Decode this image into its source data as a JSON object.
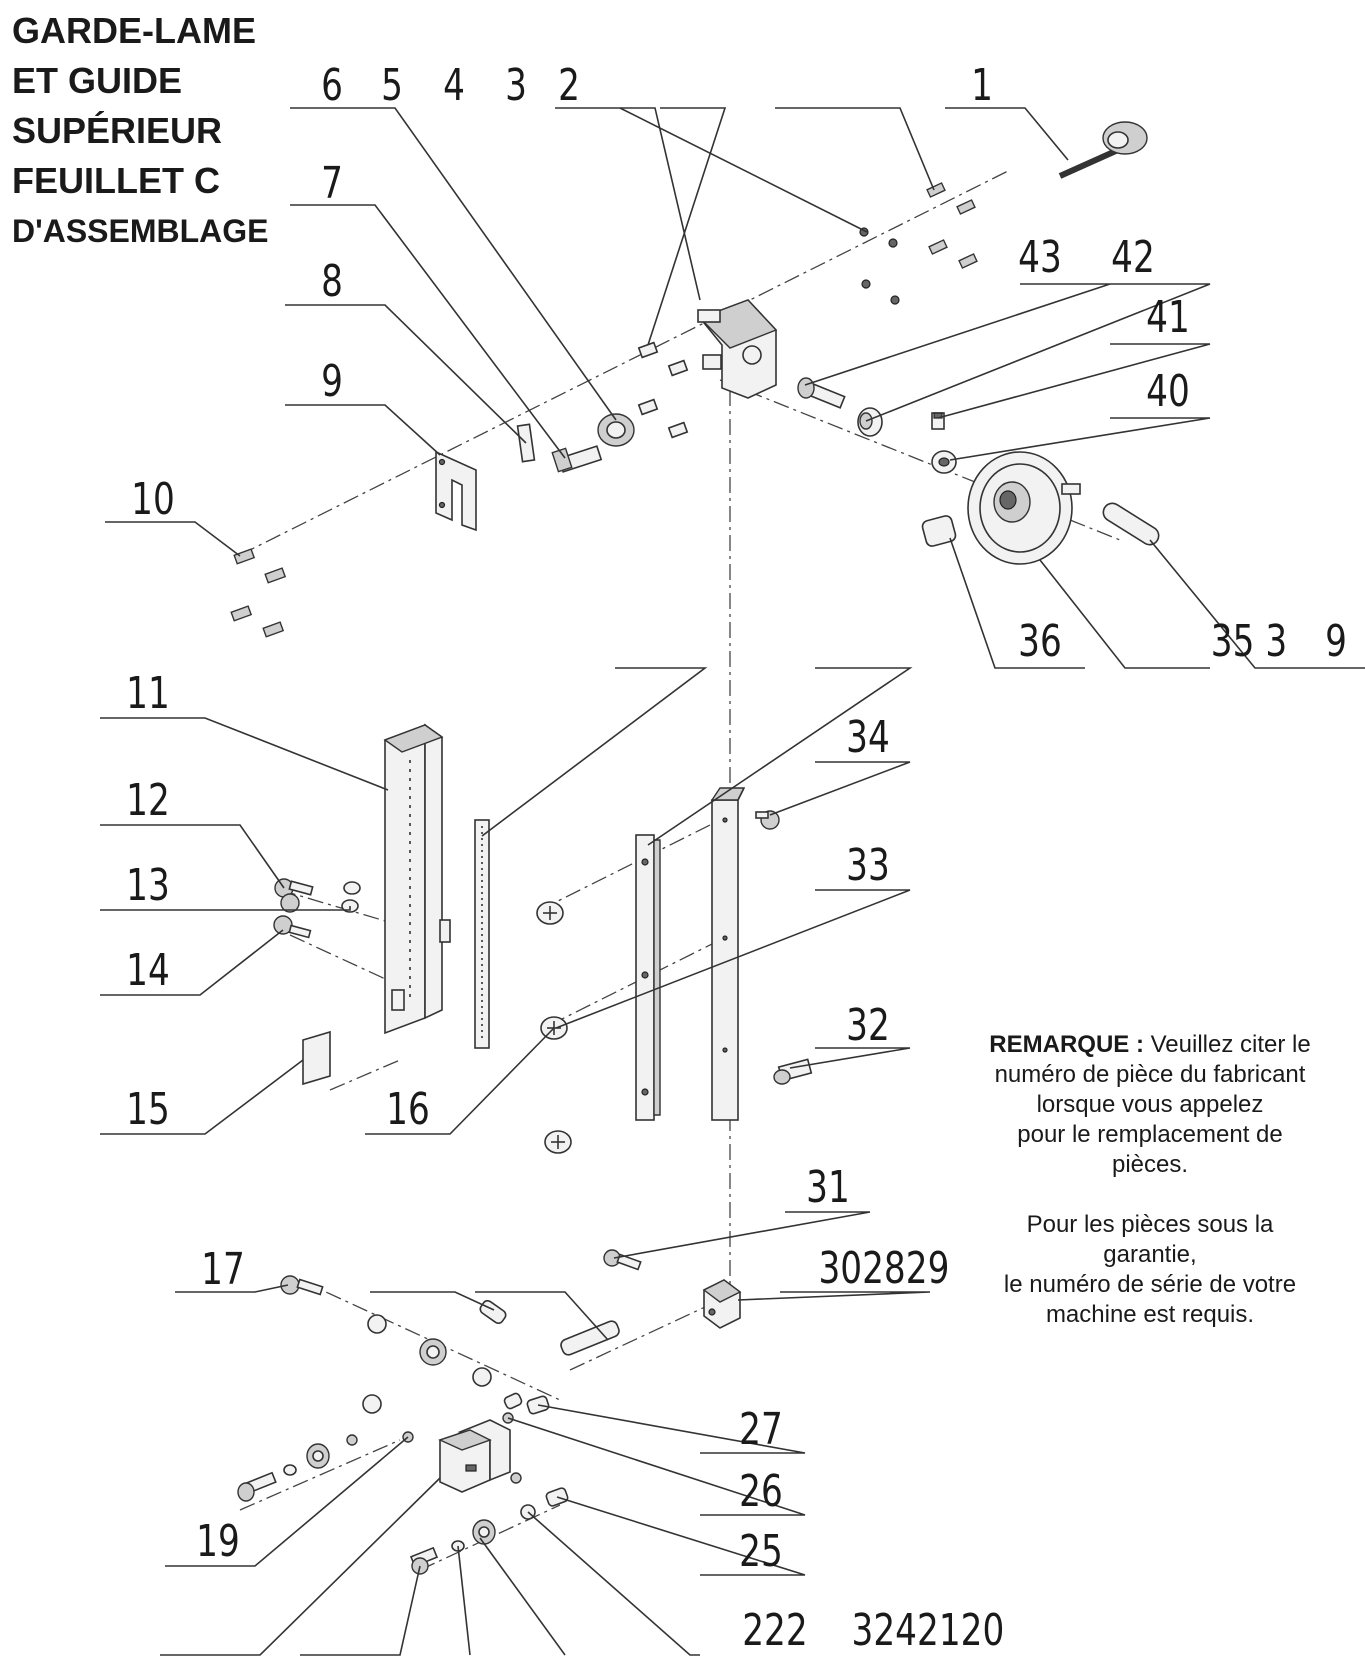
{
  "title": {
    "line1": "GARDE-LAME",
    "line2": "ET GUIDE",
    "line3": "SUPÉRIEUR",
    "line4": "FEUILLET C",
    "line5": "D'ASSEMBLAGE"
  },
  "callouts": [
    "1",
    "2",
    "3",
    "4",
    "5",
    "6",
    "7",
    "8",
    "9",
    "10",
    "11",
    "12",
    "13",
    "14",
    "15",
    "16",
    "17",
    "19",
    "25",
    "26",
    "27",
    "31",
    "302829",
    "32",
    "33",
    "34",
    "35 3",
    "9",
    "36",
    "40",
    "41",
    "42",
    "43",
    "222",
    "3242120"
  ],
  "note": {
    "label": "REMARQUE :",
    "line1": "Veuillez citer le",
    "line2": "numéro de pièce du fabricant",
    "line3": "lorsque vous appelez",
    "line4": "pour le remplacement de",
    "line5": "pièces.",
    "line6": "Pour les pièces sous la",
    "line7": "garantie,",
    "line8": "le numéro de série de votre",
    "line9": "machine est requis."
  }
}
